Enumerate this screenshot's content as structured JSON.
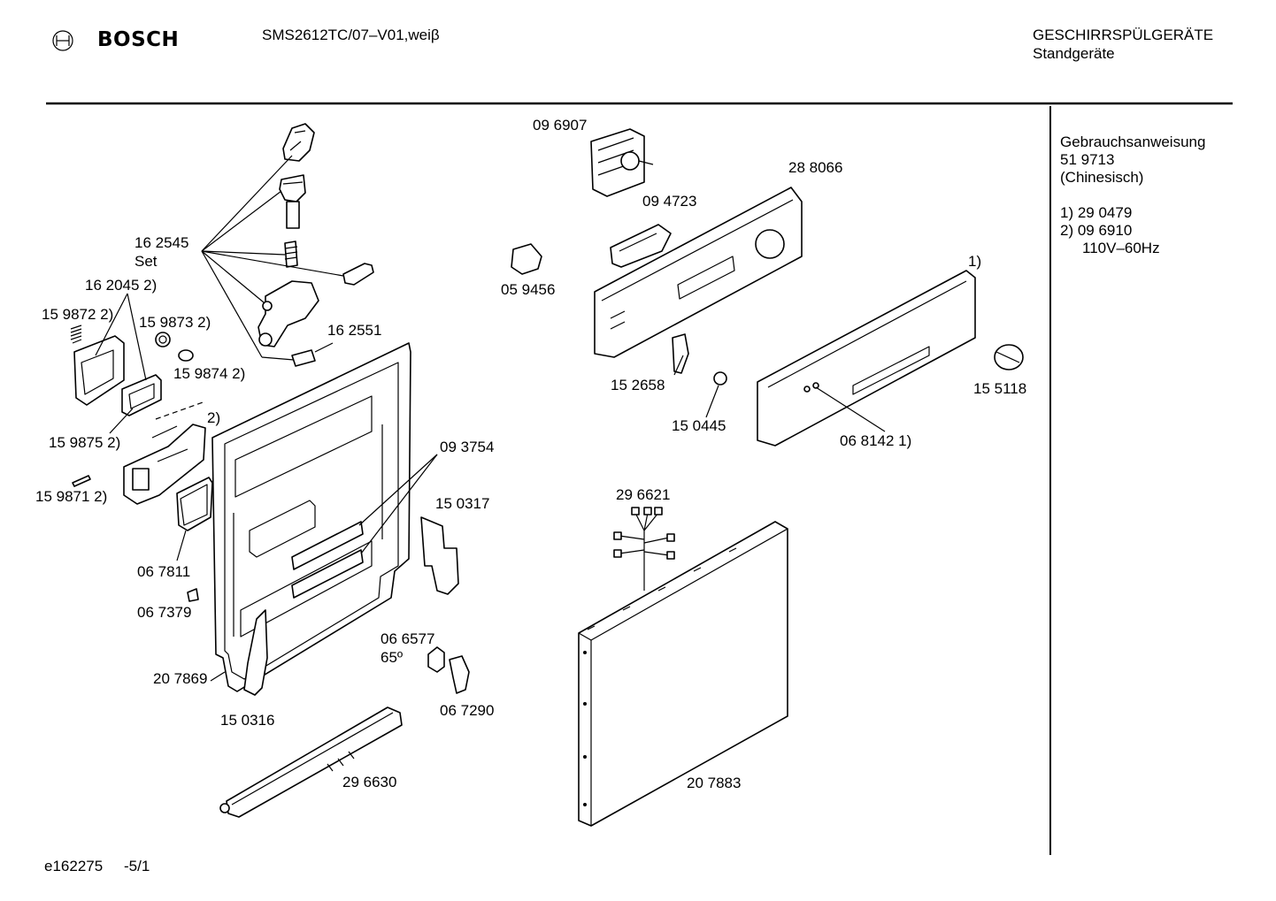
{
  "header": {
    "brand": "BOSCH",
    "model": "SMS2612TC/07–V01,weiβ",
    "category": "GESCHIRRSPÜLGERÄTE",
    "subcategory": "Standgeräte"
  },
  "sidebar": {
    "line1": "Gebrauchsanweisung",
    "line2": "51 9713",
    "line3": "(Chinesisch)",
    "note1": "1) 29 0479",
    "note2": "2) 09 6910",
    "note3": "110V–60Hz"
  },
  "labels": {
    "p162545": "16 2545",
    "set": "Set",
    "p162045": "16 2045 2)",
    "p159872": "15 9872 2)",
    "p159873": "15 9873 2)",
    "p159874": "15 9874 2)",
    "p162551": "16 2551",
    "p159875": "15 9875 2)",
    "p2": "2)",
    "p159871": "15 9871 2)",
    "p067811": "06 7811",
    "p067379": "06 7379",
    "p207869": "20 7869",
    "p150316": "15 0316",
    "p093754": "09 3754",
    "p150317": "15 0317",
    "p066577": "06 6577",
    "p65": "65º",
    "p067290": "06 7290",
    "p296630": "29 6630",
    "p096907": "09 6907",
    "p288066": "28 8066",
    "p094723": "09 4723",
    "p059456": "05 9456",
    "p1": "1)",
    "p152658": "15 2658",
    "p150445": "15 0445",
    "p155118": "15 5118",
    "p068142": "06 8142 1)",
    "p296621": "29 6621",
    "p207883": "20 7883"
  },
  "footer": {
    "code": "e162275",
    "page": "-5/1"
  }
}
